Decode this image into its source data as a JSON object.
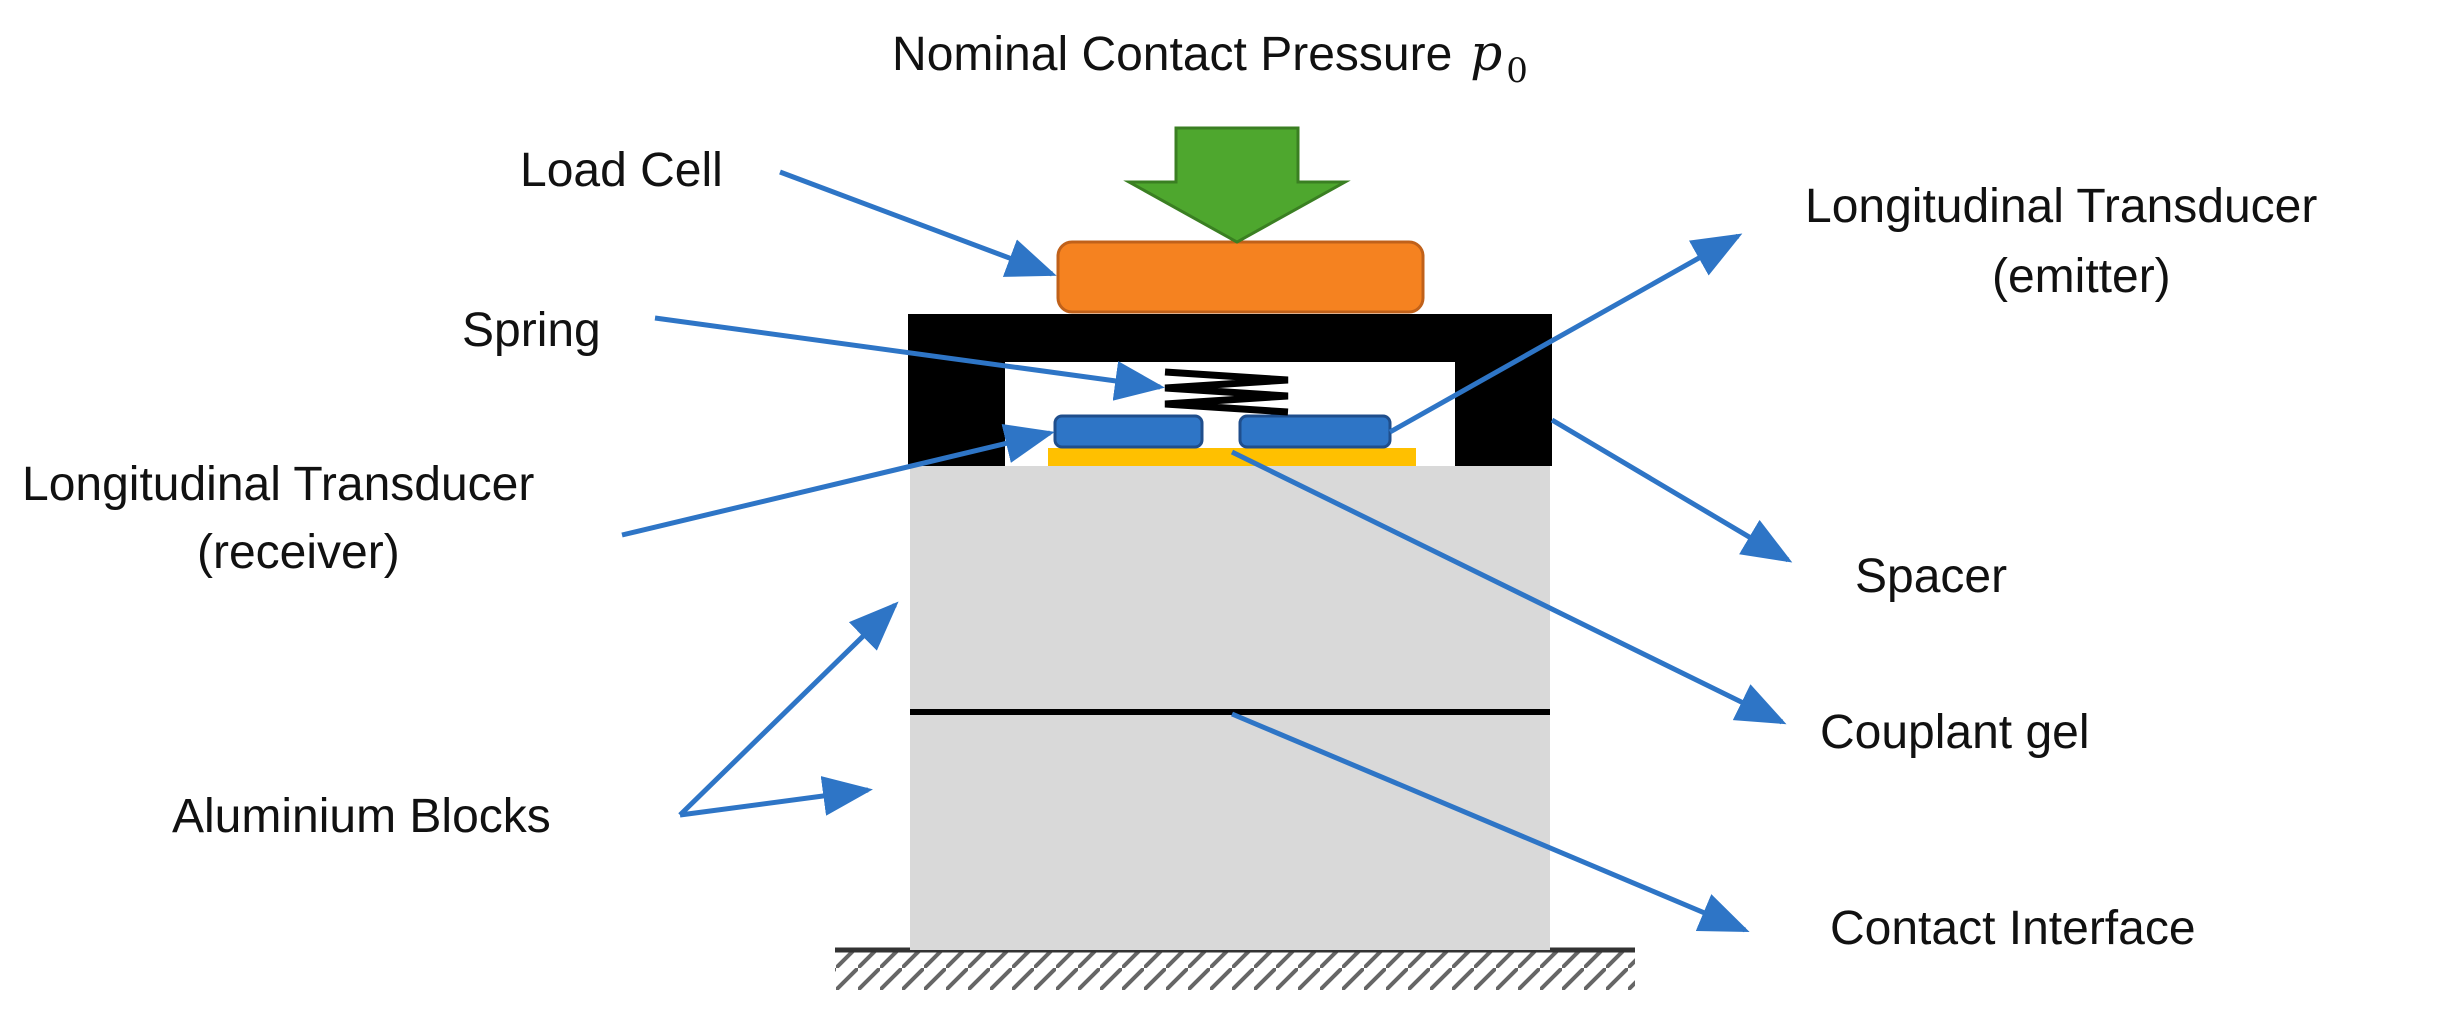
{
  "title": {
    "text": "Nominal Contact Pressure",
    "symbol": "p",
    "subscript": "0"
  },
  "labels": {
    "load_cell": "Load Cell",
    "spring": "Spring",
    "transducer_receiver_line1": "Longitudinal Transducer",
    "transducer_receiver_line2": "(receiver)",
    "aluminium_blocks": "Aluminium Blocks",
    "transducer_emitter_line1": "Longitudinal Transducer",
    "transducer_emitter_line2": "(emitter)",
    "spacer": "Spacer",
    "couplant_gel": "Couplant gel",
    "contact_interface": "Contact Interface"
  },
  "colors": {
    "load_arrow": "#4EA72E",
    "load_cell": "#F58220",
    "frame": "#000000",
    "transducer": "#2E75C6",
    "couplant": "#FFC000",
    "aluminium": "#D9D9D9",
    "leader": "#2E75C6"
  }
}
